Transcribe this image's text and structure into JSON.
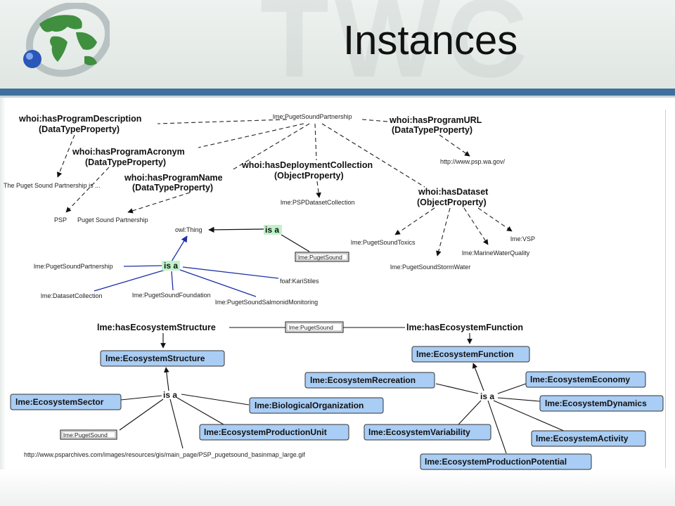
{
  "title": "Instances",
  "watermark": "TWC",
  "icons": {
    "logo": "globe-ring-logo"
  },
  "colors": {
    "header_bar": "#3f6f9e",
    "node_fill": "#a9cdf4",
    "isa_fill": "#bff2c8",
    "blue_line": "#1c2fa8"
  },
  "top": {
    "root": "lme:PugetSoundPartnership",
    "prop_desc": "whoi:hasProgramDescription",
    "prop_desc_type": "(DataTypeProperty)",
    "prop_url": "whoi:hasProgramURL",
    "prop_url_type": "(DataTypeProperty)",
    "prop_acronym": "whoi:hasProgramAcronym",
    "prop_acronym_type": "(DataTypeProperty)",
    "prop_name": "whoi:hasProgramName",
    "prop_name_type": "(DataTypeProperty)",
    "prop_deploy": "whoi:hasDeploymentCollection",
    "prop_deploy_type": "(ObjectProperty)",
    "prop_dataset": "whoi:hasDataset",
    "prop_dataset_type": "(ObjectProperty)",
    "val_url": "http://www.psp.wa.gov/",
    "val_desc": "The Puget Sound Partnership is ...",
    "val_acronym": "PSP",
    "val_name": "Puget Sound Partnership",
    "val_deploy": "lme:PSPDatasetCollection",
    "ds_toxics": "lme:PugetSoundToxics",
    "ds_vsp": "lme:VSP",
    "ds_marine": "lme:MarineWaterQuality",
    "ds_storm": "lme:PugetSoundStormWater"
  },
  "middle": {
    "owl_thing": "owl:Thing",
    "isa1": "is a",
    "isa2": "is a",
    "puget_sound": "lme:PugetSound",
    "partnership": "lme:PugetSoundPartnership",
    "dataset_collection": "lme:DatasetCollection",
    "foundation": "lme:PugetSoundFoundation",
    "salmonid": "lme:PugetSoundSalmonidMonitoring",
    "kari": "foaf:KariStiles"
  },
  "bottom": {
    "has_structure": "lme:hasEcosystemStructure",
    "has_function": "lme:hasEcosystemFunction",
    "puget_sound_center": "lme:PugetSound",
    "structure": "lme:EcosystemStructure",
    "function": "lme:EcosystemFunction",
    "isa_left": "is a",
    "isa_right": "is a",
    "sector": "lme:EcosystemSector",
    "bio_org": "lme:BiologicalOrganization",
    "prod_unit": "lme:EcosystemProductionUnit",
    "puget_sound_small": "lme:PugetSound",
    "map_url": "http://www.psparchives.com/images/resources/gis/main_page/PSP_pugetsound_basinmap_large.gif",
    "recreation": "lme:EcosystemRecreation",
    "economy": "lme:EcosystemEconomy",
    "dynamics": "lme:EcosystemDynamics",
    "variability": "lme:EcosystemVariability",
    "activity": "lme:EcosystemActivity",
    "prod_potential": "lme:EcosystemProductionPotential"
  }
}
